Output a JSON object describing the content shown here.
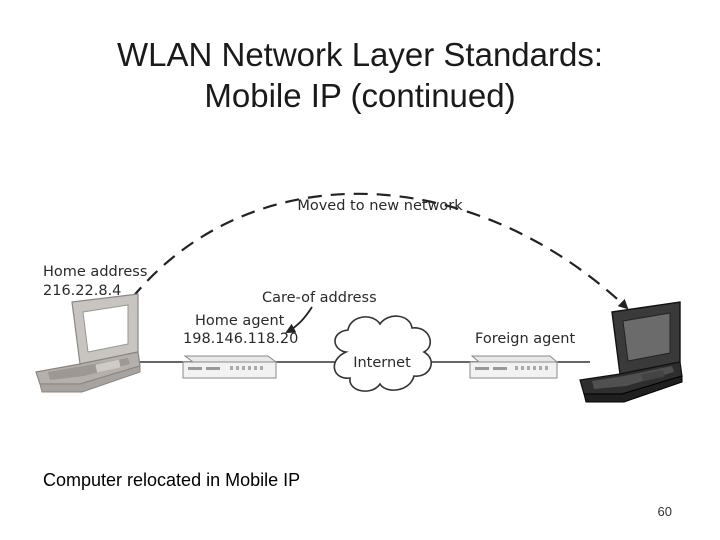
{
  "slide": {
    "title_line1": "WLAN Network Layer Standards:",
    "title_line2": "Mobile IP (continued)",
    "caption": "Computer relocated in Mobile IP",
    "page_number": "60"
  },
  "diagram": {
    "arc_label": "Moved to new network",
    "home_address_label": "Home address",
    "home_address_value": "216.22.8.4",
    "care_of_label": "Care-of address",
    "home_agent_label": "Home agent",
    "home_agent_ip": "198.146.118.20",
    "internet_label": "Internet",
    "foreign_agent_label": "Foreign agent"
  }
}
